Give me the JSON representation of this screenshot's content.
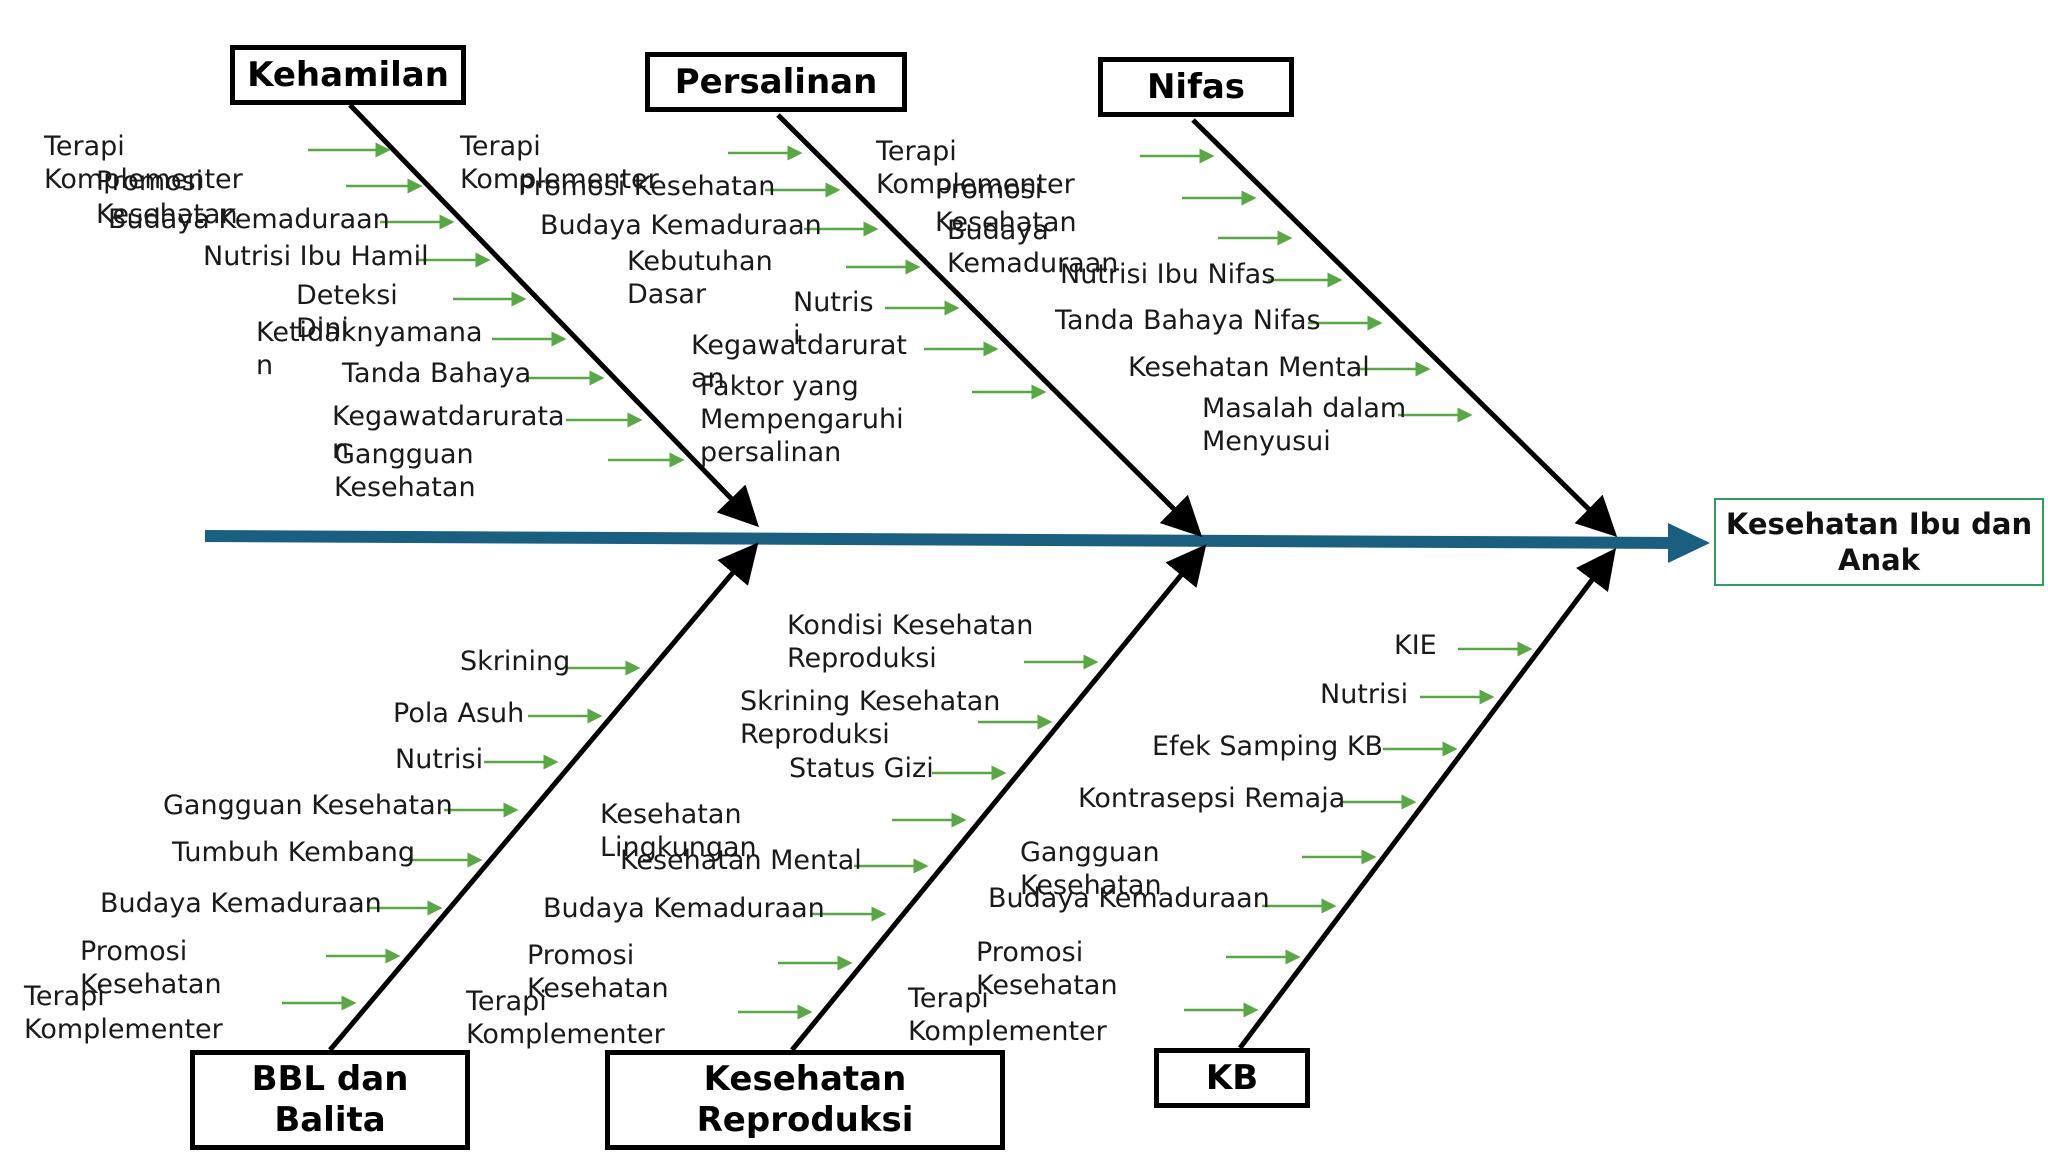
{
  "effect": {
    "label": "Kesehatan Ibu dan Anak"
  },
  "categories": {
    "kehamilan": {
      "label": "Kehamilan",
      "causes": [
        "Terapi Komplementer",
        "Promosi Kesehatan",
        "Budaya Kemaduraan",
        "Nutrisi Ibu Hamil",
        "Deteksi Dini",
        "Ketidaknyamanan",
        "Tanda Bahaya",
        "Kegawatdaruratan",
        "Gangguan Kesehatan"
      ]
    },
    "persalinan": {
      "label": "Persalinan",
      "causes": [
        "Terapi Komplementer",
        "Promosi Kesehatan",
        "Budaya Kemaduraan",
        "Kebutuhan Dasar",
        "Nutrisi",
        "Kegawatdaruratan",
        "Faktor yang Mempengaruhi persalinan"
      ]
    },
    "nifas": {
      "label": "Nifas",
      "causes": [
        "Terapi Komplementer",
        "Promosi Kesehatan",
        "Budaya Kemaduraan",
        "Nutrisi Ibu Nifas",
        "Tanda Bahaya Nifas",
        "Kesehatan Mental",
        "Masalah dalam Menyusui"
      ]
    },
    "bbl": {
      "label": "BBL dan Balita",
      "causes": [
        "Skrining",
        "Pola Asuh",
        "Nutrisi",
        "Gangguan Kesehatan",
        "Tumbuh Kembang",
        "Budaya Kemaduraan",
        "Promosi Kesehatan",
        "Terapi Komplementer"
      ]
    },
    "repro": {
      "label": "Kesehatan Reproduksi",
      "causes": [
        "Kondisi Kesehatan Reproduksi",
        "Skrining Kesehatan Reproduksi",
        "Status Gizi",
        "Kesehatan Lingkungan",
        "Kesehatan Mental",
        "Budaya Kemaduraan",
        "Promosi Kesehatan",
        "Terapi Komplementer"
      ]
    },
    "kb": {
      "label": "KB",
      "causes": [
        "KIE",
        "Nutrisi",
        "Efek Samping KB",
        "Kontrasepsi Remaja",
        "Gangguan Kesehatan",
        "Budaya Kemaduraan",
        "Promosi Kesehatan",
        "Terapi Komplementer"
      ]
    }
  },
  "colors": {
    "spine": "#1a5f80",
    "arrow": "#5aa845",
    "bone": "#000000",
    "effect_border": "#2e9e5b"
  }
}
